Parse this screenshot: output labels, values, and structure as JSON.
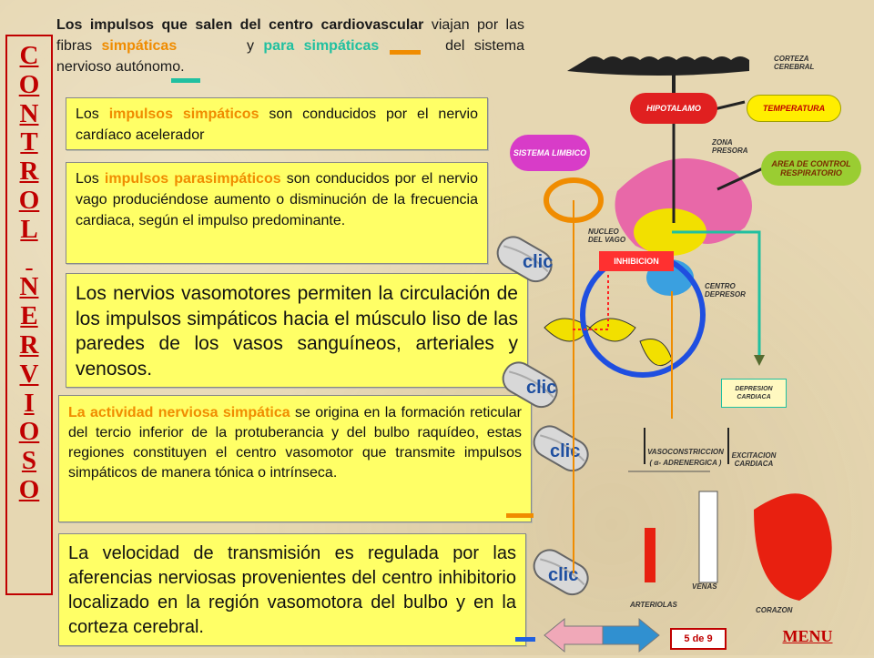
{
  "side_title": [
    "C",
    "O",
    "N",
    "T",
    "R",
    "O",
    "L",
    "",
    "N",
    "E",
    "R",
    "V",
    "I",
    "O",
    "S",
    "O"
  ],
  "intro": {
    "p1": "Los impulsos que salen del centro cardiovascular",
    "p2": "viajan por las fibras",
    "simp": "simpáticas",
    "p3": "y",
    "para": "para simpáticas",
    "p4": "del sistema nervioso autónomo."
  },
  "box1": {
    "pre": "Los",
    "hl": "impulsos simpáticos",
    "post": "son conducidos por el nervio cardíaco acelerador"
  },
  "box2": {
    "pre": "Los",
    "hl": "impulsos parasimpáticos",
    "post": "son conducidos por el nervio vago produciéndose aumento o disminución de la frecuencia cardiaca, según el impulso predominante."
  },
  "box3": "Los nervios vasomotores permiten la circulación de los impulsos simpáticos hacia el músculo liso de las paredes de los vasos sanguíneos, arteriales y venosos.",
  "box4": {
    "hl": "La actividad nerviosa simpática",
    "post": "se origina en la formación reticular del tercio inferior de la protuberancia y del bulbo raquídeo, estas regiones constituyen el centro vasomotor que transmite impulsos simpáticos de manera tónica o intrínseca."
  },
  "box5": "La velocidad de transmisión es regulada por las aferencias nerviosas provenientes del centro inhibitorio localizado en la región vasomotora del bulbo y en la corteza cerebral.",
  "clic_label": "clic",
  "diagram": {
    "corteza": "CORTEZA CEREBRAL",
    "temperatura": "TEMPERATURA",
    "hipotalamo": "HIPOTALAMO",
    "sistema_limbico": "SISTEMA LIMBICO",
    "zona_presora": "ZONA PRESORA",
    "area_control": "AREA DE CONTROL RESPIRATORIO",
    "nucleo_vago": "NUCLEO DEL VAGO",
    "inhibicion": "INHIBICION",
    "centro_depresor": "CENTRO DEPRESOR",
    "depresion_cardiaca": "DEPRESION CARDIACA",
    "vasoconstriccion": "VASOCONSTRICCION",
    "adrenergica": "( α- ADRENERGICA )",
    "excitacion": "EXCITACION CARDIACA",
    "arteriolas": "ARTERIOLAS",
    "venas": "VENAS",
    "corazon": "CORAZON"
  },
  "page_indicator": "5 de 9",
  "menu_label": "MENU",
  "colors": {
    "title": "#c00000",
    "simpatico": "#f08c00",
    "parasimpatico": "#20c0a0",
    "box": "#ffff66"
  }
}
